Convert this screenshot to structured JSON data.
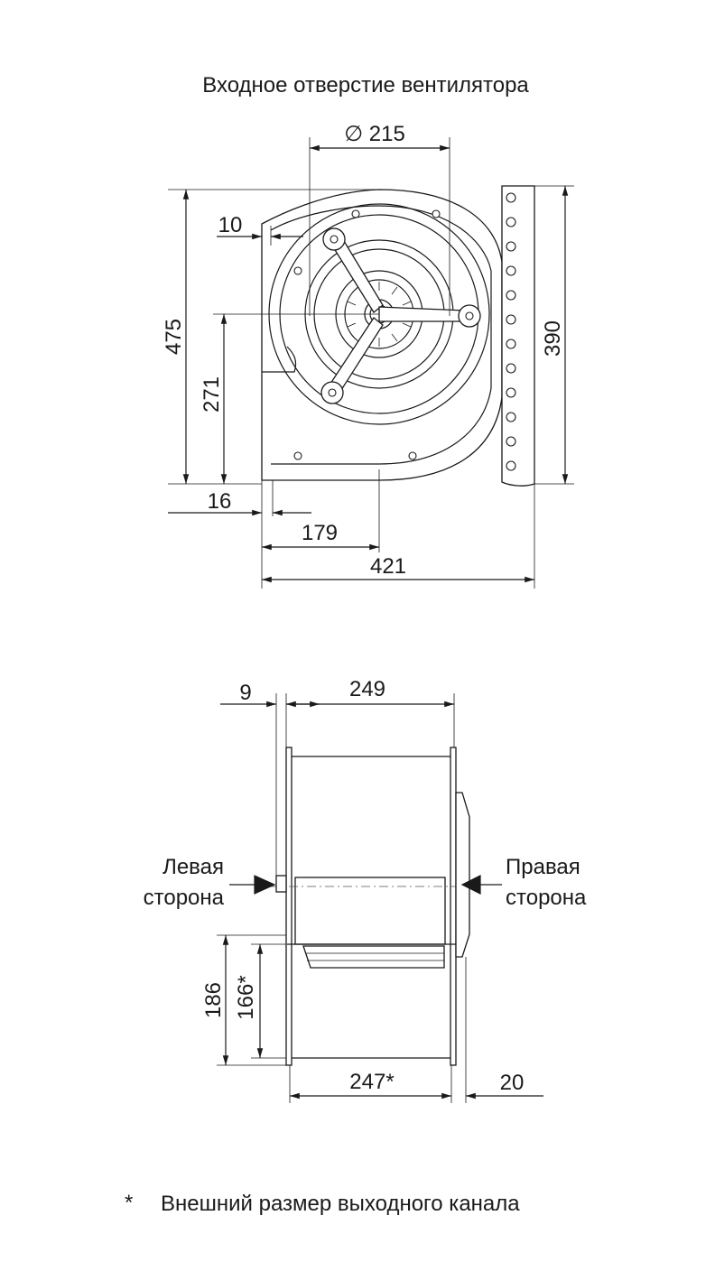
{
  "front_view": {
    "title": "Входное отверстие вентилятора",
    "dims": {
      "inlet_diameter": "∅ 215",
      "flange_offset": "10",
      "total_height": "475",
      "axis_height": "271",
      "base_offset": "16",
      "axis_offset": "179",
      "total_width": "421",
      "flange_height": "390"
    }
  },
  "side_view": {
    "dims": {
      "plate_offset": "9",
      "body_width": "249",
      "outlet_height": "186",
      "outlet_inner_height": "166*",
      "outlet_width": "247*",
      "motor_protrusion": "20"
    },
    "left_side_label": [
      "Левая",
      "сторона"
    ],
    "right_side_label": [
      "Правая",
      "сторона"
    ]
  },
  "footnote": {
    "marker": "*",
    "text": "Внешний размер выходного канала"
  }
}
